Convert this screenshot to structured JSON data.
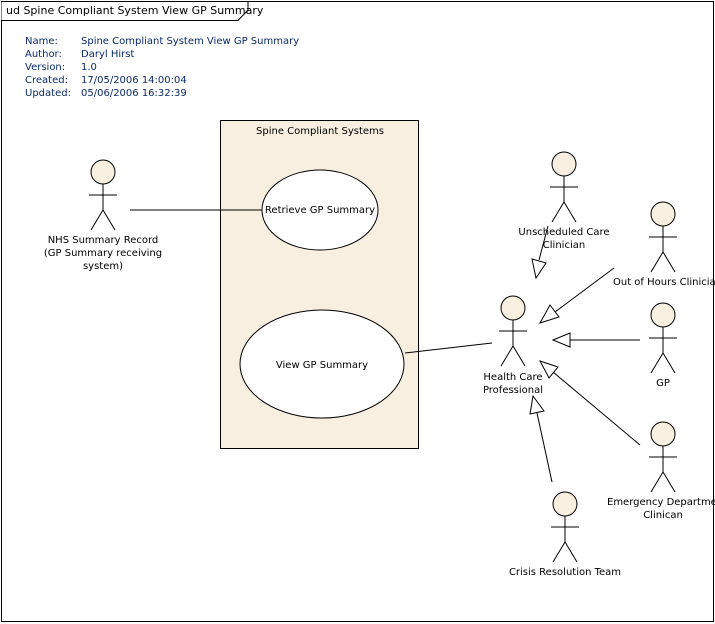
{
  "frame": {
    "title": "ud Spine Compliant System View GP Summary"
  },
  "notes": {
    "labels": [
      "Name:",
      "Author:",
      "Version:",
      "Created:",
      "Updated:"
    ],
    "values": [
      "Spine Compliant System View GP Summary",
      "Daryl Hirst",
      "1.0",
      "17/05/2006 14:00:04",
      "05/06/2006 16:32:39"
    ]
  },
  "boundary": {
    "title": "Spine Compliant Systems"
  },
  "usecases": {
    "retrieve": "Retrieve GP Summary",
    "view": "View GP Summary"
  },
  "actors": {
    "nhs": [
      "NHS Summary Record",
      "(GP Summary receiving",
      "system)"
    ],
    "unscheduled": [
      "Unscheduled Care",
      "Clinician"
    ],
    "ooh": [
      "Out of Hours Clinician"
    ],
    "hcp": [
      "Health Care",
      "Professional"
    ],
    "gp": [
      "GP"
    ],
    "emergency": [
      "Emergency Department",
      "Clinican"
    ],
    "crisis": [
      "Crisis Resolution Team"
    ]
  },
  "colors": {
    "fill": "#f8efe0",
    "line": "#000000",
    "notes": "#0a2a6a"
  }
}
